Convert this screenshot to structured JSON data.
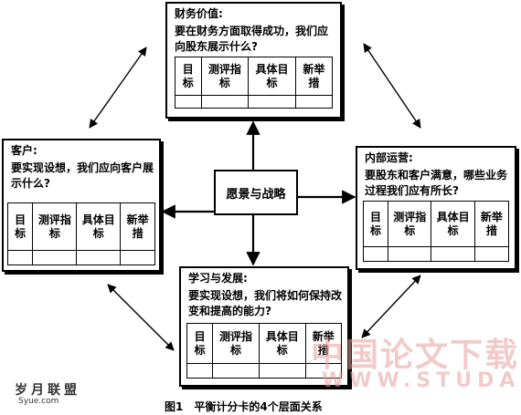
{
  "center_label": "愿景与战略",
  "boxes": {
    "finance": {
      "title": "财务价值:",
      "question": "要在财务方面取得成功，我们应向股东展示什么?",
      "columns": [
        "目标",
        "测评指标",
        "具体目标",
        "新举措"
      ]
    },
    "customer": {
      "title": "客户:",
      "question": "要实现设想，我们应向客户展示什么?",
      "columns": [
        "目标",
        "测评指标",
        "具体目标",
        "新举措"
      ]
    },
    "internal": {
      "title": "内部运营:",
      "question": "要股东和客户满意，哪些业务过程我们应有所长?",
      "columns": [
        "目标",
        "测评指标",
        "具体目标",
        "新举措"
      ]
    },
    "learning": {
      "title": "学习与发展:",
      "question": "要实现设想，我们将如何保持改变和提高的能力?",
      "columns": [
        "目标",
        "测评指标",
        "具体目标",
        "新举措"
      ]
    }
  },
  "caption": "图1　平衡计分卡的4个层面关系",
  "logo_left": "岁月联盟",
  "logo_left_url": "Syue.com",
  "watermark": "中国论文下载",
  "watermark_url": "WWW.STUDA."
}
